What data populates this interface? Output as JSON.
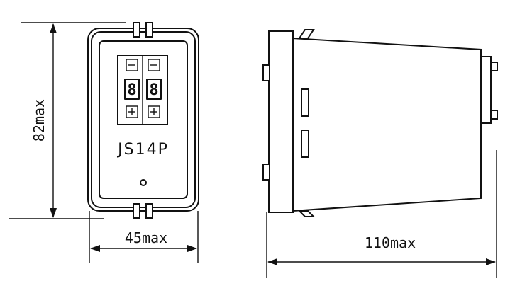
{
  "front_view": {
    "model_label": "JS14P",
    "switch_digits": [
      "8",
      "8"
    ],
    "minus_symbol": "⊟",
    "plus_symbol": "⊞"
  },
  "dimensions": {
    "height": "82max",
    "width": "45max",
    "depth": "110max"
  }
}
